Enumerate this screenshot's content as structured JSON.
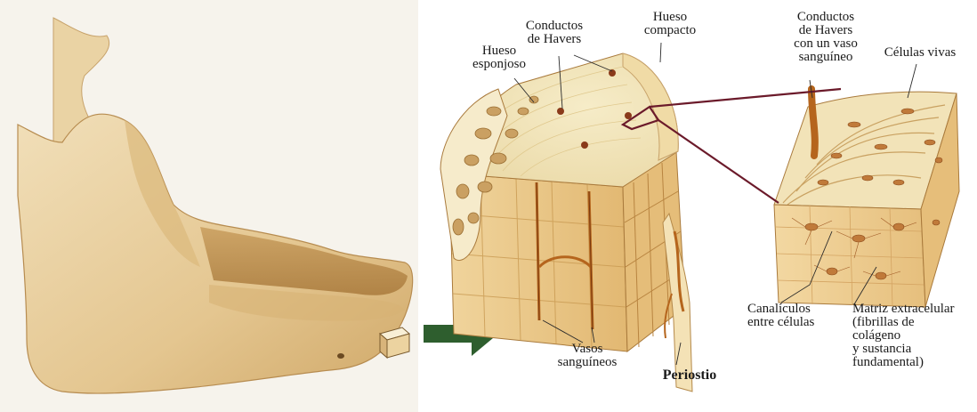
{
  "labels": {
    "hueso_esponjoso": "Hueso\nesponjoso",
    "conductos_havers": "Conductos\nde Havers",
    "hueso_compacto": "Hueso\ncompacto",
    "conductos_havers_vaso": "Conductos\nde Havers\ncon un vaso\nsanguíneo",
    "celulas_vivas": "Células vivas",
    "canaliculos": "Canalículos\nentre células",
    "matriz": "Matriz extracelular\n(fibrillas de\ncolágeno\ny sustancia\nfundamental)",
    "vasos_sanguineos": "Vasos\nsanguíneos",
    "periostio": "Periostio"
  },
  "colors": {
    "bone_light": "#f3e6c2",
    "bone_mid": "#e7c98f",
    "bone_dark": "#c99a52",
    "cortical": "#f1dba0",
    "vessel": "#b5651d",
    "connector": "#6b1a2a",
    "arrow": "#2e5e2e",
    "jaw_bg": "#f6f3ec"
  }
}
